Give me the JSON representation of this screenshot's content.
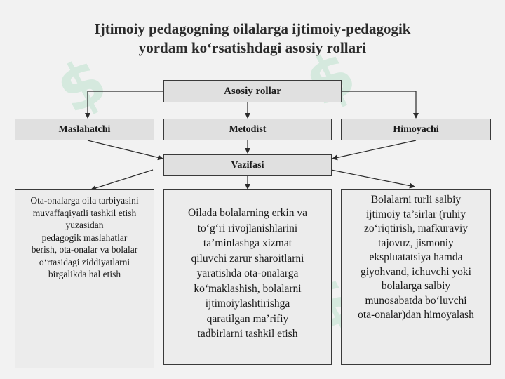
{
  "title": {
    "line1": "Ijtimoiy pedagogning oilalarga ijtimoiy-pedagogik",
    "line2": "yordam ko‘rsatishdagi asosiy rollari"
  },
  "root": {
    "label": "Asosiy rollar"
  },
  "roles": [
    {
      "label": "Maslahatchi"
    },
    {
      "label": "Metodist"
    },
    {
      "label": "Himoyachi"
    }
  ],
  "tasks": {
    "label": "Vazifasi"
  },
  "details": [
    {
      "text": "Ota-onalarga oila tarbiyasini\nmuvaffaqiyatli tashkil etish\nyuzasidan\npedagogik maslahatlar\nberish, ota-onalar va bolalar\no‘rtasidagi ziddiyatlarni\nbirgalikda hal etish"
    },
    {
      "text": "Oilada bolalarning erkin va\nto‘g‘ri rivojlanishlarini\nta’minlashga xizmat\nqiluvchi zarur sharoitlarni\nyaratishda ota-onalarga\nko‘maklashish, bolalarni\nijtimoiylashtirishga\nqaratilgan ma’rifiy\ntadbirlarni tashkil etish"
    },
    {
      "text": "Bolalarni turli salbiy\nijtimoiy ta’sirlar (ruhiy\nzo‘riqtirish, mafkuraviy\ntajovuz, jismoniy\nekspluatatsiya hamda\ngiyohvand, ichuvchi yoki\nbolalarga salbiy\nmunosabatda bo‘luvchi\nota-onalar)dan himoyalash"
    }
  ]
}
